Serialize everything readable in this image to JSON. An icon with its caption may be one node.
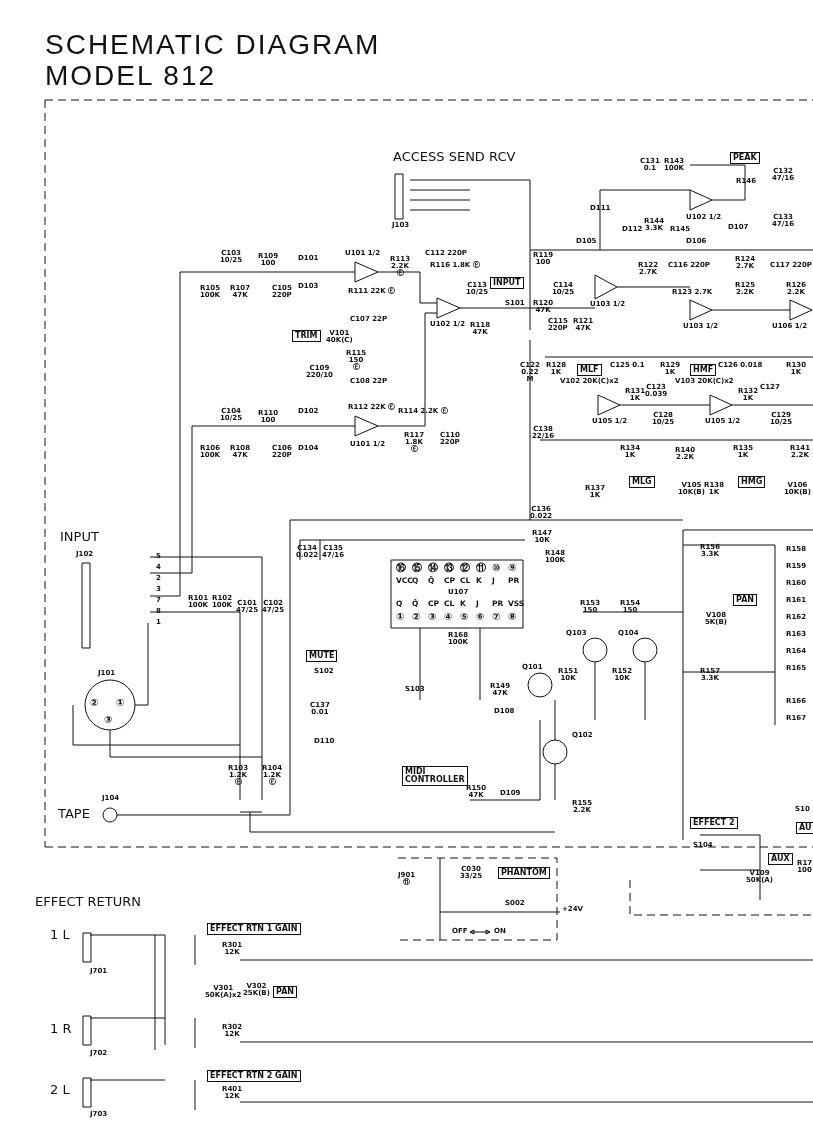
{
  "diagram": {
    "title": "SCHEMATIC DIAGRAM MODEL 812",
    "nodes": [
      {
        "text": [
          "TRIM"
        ]
      },
      {
        "text": [
          "INPUT"
        ]
      },
      {
        "text": [
          "PEAK"
        ]
      },
      {
        "text": [
          "MLF"
        ]
      },
      {
        "text": [
          "HMF"
        ]
      },
      {
        "text": [
          "MLG"
        ]
      },
      {
        "text": [
          "HMG"
        ]
      },
      {
        "text": [
          "PAN"
        ]
      },
      {
        "text": [
          "MUTE"
        ]
      },
      {
        "text": [
          "MIDI CONTROLLER"
        ]
      },
      {
        "text": [
          "EFFECT 2"
        ]
      },
      {
        "text": [
          "AU"
        ]
      },
      {
        "text": [
          "AUX"
        ]
      },
      {
        "text": [
          "PHANTOM"
        ]
      },
      {
        "text": [
          "EFFECT RTN 1 GAIN"
        ]
      },
      {
        "text": [
          "PAN"
        ]
      },
      {
        "text": [
          "EFFECT RTN 2 GAIN"
        ]
      }
    ],
    "labels": [
      "ACCESS SEND RCV",
      "J103",
      "C131 0.1",
      "R143 100K",
      "R146",
      "C132 47/16",
      "D111",
      "D112",
      "R144 3.3K",
      "R145",
      "U102 1/2",
      "D107",
      "C133 47/16",
      "D105",
      "D106",
      "C112 220P",
      "R116 1.8K Ⓔ",
      "C113 10/25",
      "S101",
      "R119 100",
      "R120 47K",
      "C114 10/25",
      "C115 220P",
      "R121 47K",
      "U103 1/2",
      "U102 1/2",
      "R118 47K",
      "R122 2.7K",
      "C116 220P",
      "R123 2.7K",
      "U103 1/2",
      "R124 2.7K",
      "R125 2.2K",
      "C117 220P",
      "R126 2.2K",
      "U106 1/2",
      "C122 0.22 M",
      "R128 1K",
      "C125 0.1",
      "V102 20K(C)x2",
      "R129 1K",
      "C123 0.039",
      "C126 0.018",
      "V103 20K(C)x2",
      "R130 1K",
      "C127",
      "R131 1K",
      "R132 1K",
      "U105 1/2",
      "U105 1/2",
      "C128 10/25",
      "C129 10/25",
      "C138 22/16",
      "R134 1K",
      "R140 2.2K",
      "R135 1K",
      "R141 2.2K",
      "R137 1K",
      "V105 10K(B)",
      "R138 1K",
      "V106 10K(B)",
      "C103 10/25",
      "R109 100",
      "R105 100K",
      "R107 47K",
      "C105 220P",
      "D101",
      "D103",
      "U101 1/2",
      "R113 2.2K Ⓔ",
      "R111 22K Ⓔ",
      "C107 22P",
      "V101 40K(C)",
      "R115 150 Ⓔ",
      "C109 220/10",
      "C108 22P",
      "C104 10/25",
      "R110 100",
      "D102",
      "R112 22K Ⓔ",
      "R114 2.2K Ⓔ",
      "R106 100K",
      "R108 47K",
      "C106 220P",
      "D104",
      "U101 1/2",
      "R117 1.8K Ⓔ",
      "C110 220P",
      "INPUT",
      "J102",
      "5",
      "4",
      "2",
      "3",
      "7",
      "8",
      "1",
      "J101",
      "②",
      "①",
      "③",
      "R101 100K",
      "R102 100K",
      "C101 47/25",
      "C102 47/25",
      "R103 1.2K Ⓔ",
      "R104 1.2K Ⓔ",
      "TAPE",
      "J104",
      "C134 0.022",
      "C135 47/16",
      "S102",
      "C137 0.01",
      "D110",
      "C136 0.022",
      "R147 10K",
      "R148 100K",
      "⑯",
      "⑮",
      "⑭",
      "⑬",
      "⑫",
      "⑪",
      "⑩",
      "⑨",
      "VCC",
      "Q",
      "Q̄",
      "CP",
      "CL",
      "K",
      "J",
      "PR",
      "U107",
      "Q",
      "Q̄",
      "CP",
      "CL",
      "K",
      "J",
      "PR",
      "VSS",
      "①",
      "②",
      "③",
      "④",
      "⑤",
      "⑥",
      "⑦",
      "⑧",
      "R168 100K",
      "S103",
      "Q101",
      "R149 47K",
      "D108",
      "Q102",
      "R151 10K",
      "Q103",
      "R153 150",
      "R154 150",
      "Q104",
      "R152 10K",
      "R156 3.3K",
      "V108 5K(B)",
      "R157 3.3K",
      "R158",
      "R159",
      "R160",
      "R161",
      "R162",
      "R163",
      "R164",
      "R165",
      "R166",
      "R167",
      "R150 47K",
      "D109",
      "R155 2.2K",
      "S104",
      "S10",
      "J901 ⑪",
      "C030 33/25",
      "V109 50K(A)",
      "R17 100",
      "S002",
      "+24V",
      "OFF",
      "ON",
      "EFFECT RETURN",
      "1 L",
      "J701",
      "R301 12K",
      "V301 50K(A)x2",
      "V302 25K(B)",
      "1 R",
      "J702",
      "R302 12K",
      "2 L",
      "J703",
      "R401 12K"
    ]
  }
}
